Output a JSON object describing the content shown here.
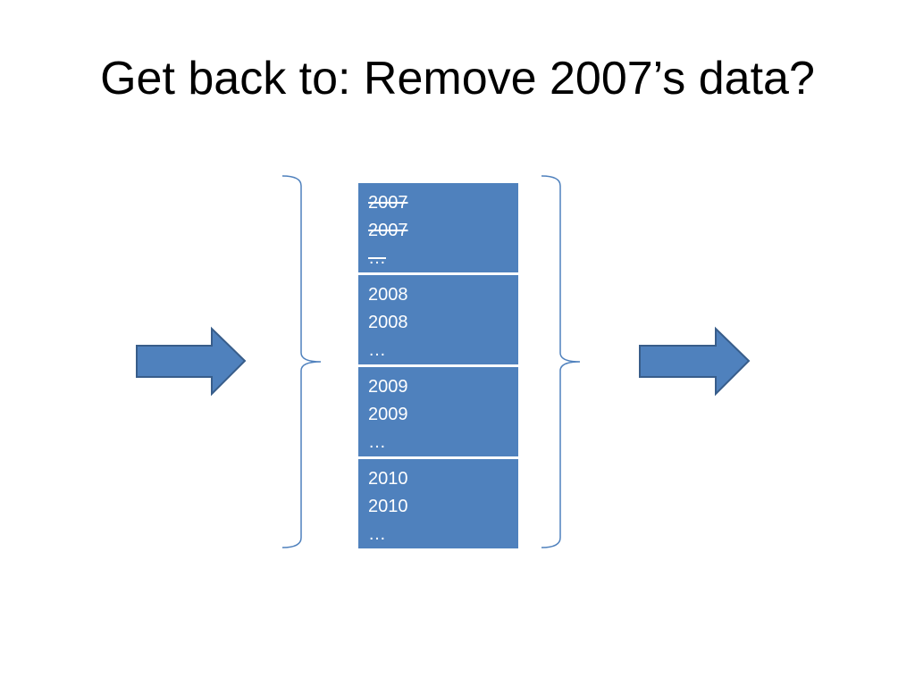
{
  "slide": {
    "title": "Get back to: Remove 2007’s data?"
  },
  "colors": {
    "partition_fill": "#4f81bd",
    "arrow_fill": "#4f81bd",
    "arrow_stroke": "#385d8a",
    "brace_stroke": "#4f81bd",
    "text_on_partition": "#ffffff"
  },
  "partitions": [
    {
      "year": "2007",
      "rows": [
        "2007",
        "2007",
        "…"
      ],
      "removed": true
    },
    {
      "year": "2008",
      "rows": [
        "2008",
        "2008",
        "…"
      ],
      "removed": false
    },
    {
      "year": "2009",
      "rows": [
        "2009",
        "2009",
        "…"
      ],
      "removed": false
    },
    {
      "year": "2010",
      "rows": [
        "2010",
        "2010",
        "…"
      ],
      "removed": false
    }
  ]
}
